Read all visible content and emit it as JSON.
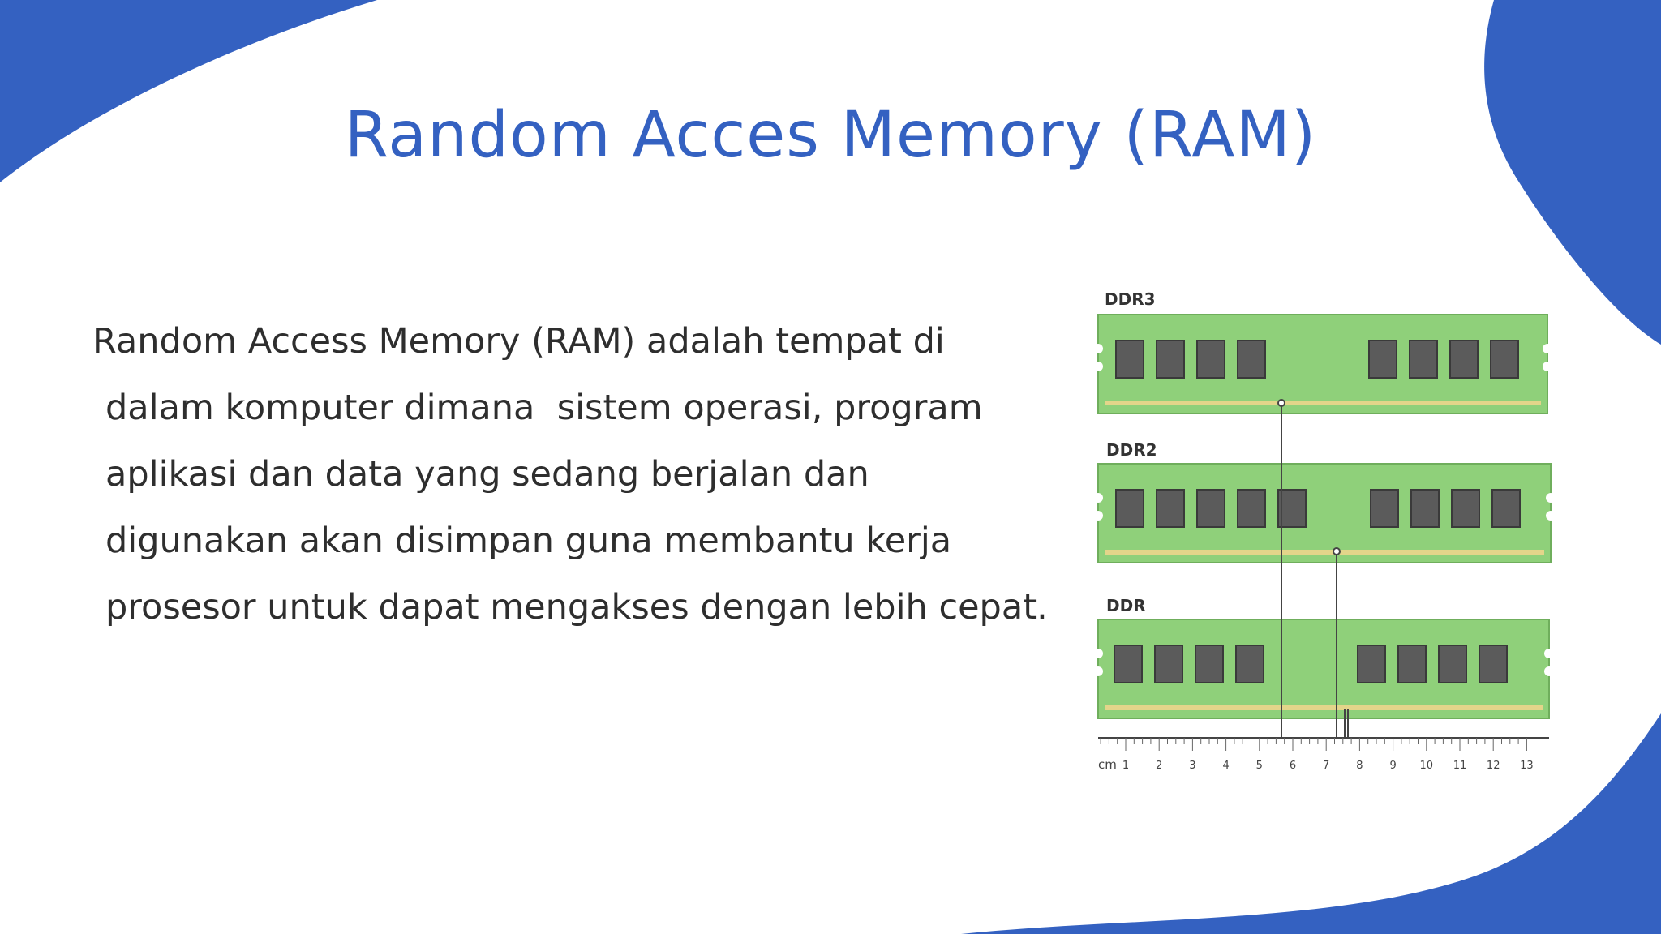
{
  "colors": {
    "accent": "#3461c1",
    "text": "#2e2e2e",
    "module_green": "#8fd07a",
    "chip": "#5b5b5b"
  },
  "slide": {
    "title": "Random Acces Memory (RAM)",
    "body_lines": [
      "Random Access Memory (RAM) adalah tempat di",
      "dalam komputer dimana  sistem operasi, program",
      "aplikasi dan data yang sedang berjalan dan",
      "digunakan akan disimpan guna membantu kerja",
      "prosesor untuk dapat mengakses dengan lebih cepat."
    ]
  },
  "figure": {
    "modules": [
      {
        "label": "DDR3"
      },
      {
        "label": "DDR2"
      },
      {
        "label": "DDR"
      }
    ],
    "ruler": {
      "unit": "cm",
      "ticks": [
        "1",
        "2",
        "3",
        "4",
        "5",
        "6",
        "7",
        "8",
        "9",
        "10",
        "11",
        "12",
        "13"
      ]
    }
  }
}
